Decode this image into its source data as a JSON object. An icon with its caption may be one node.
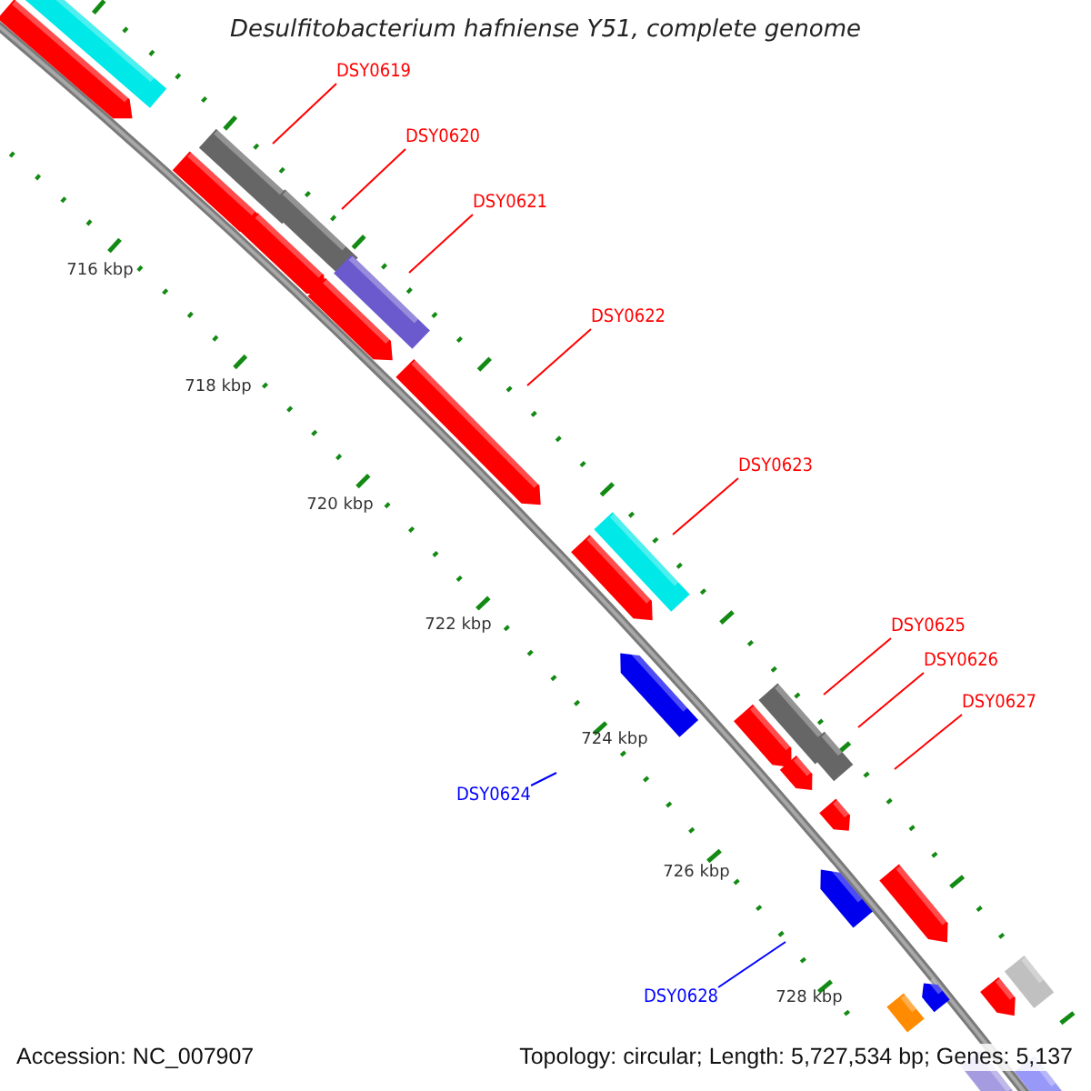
{
  "diagram": {
    "title": "Desulfitobacterium hafniense Y51, complete genome",
    "nodes": [
      {
        "text": [
          "DSY0619"
        ]
      },
      {
        "text": [
          "DSY0620"
        ]
      },
      {
        "text": [
          "DSY0621"
        ]
      },
      {
        "text": [
          "DSY0622"
        ]
      },
      {
        "text": [
          "DSY0623"
        ]
      },
      {
        "text": [
          "DSY0625"
        ]
      },
      {
        "text": [
          "DSY0626"
        ]
      },
      {
        "text": [
          "DSY0627"
        ]
      },
      {
        "text": [
          "DSY0624"
        ]
      },
      {
        "text": [
          "DSY0628"
        ]
      }
    ],
    "edges": [
      {
        "from": 0,
        "to": null,
        "arrow": "none"
      },
      {
        "from": 1,
        "to": null,
        "arrow": "none"
      },
      {
        "from": 2,
        "to": null,
        "arrow": "none"
      },
      {
        "from": 3,
        "to": null,
        "arrow": "none"
      },
      {
        "from": 4,
        "to": null,
        "arrow": "none"
      },
      {
        "from": 5,
        "to": null,
        "arrow": "none"
      },
      {
        "from": 6,
        "to": null,
        "arrow": "none"
      },
      {
        "from": 7,
        "to": null,
        "arrow": "none"
      },
      {
        "from": 8,
        "to": null,
        "arrow": "none",
        "color": "#0000ff"
      },
      {
        "from": 9,
        "to": null,
        "arrow": "none",
        "color": "#0000ff"
      }
    ],
    "labels": [
      "716 kbp",
      "718 kbp",
      "720 kbp",
      "722 kbp",
      "724 kbp",
      "726 kbp",
      "728 kbp",
      "Accession: NC_007907",
      "Topology: circular; Length: 5,727,534 bp; Genes: 5,137"
    ]
  }
}
